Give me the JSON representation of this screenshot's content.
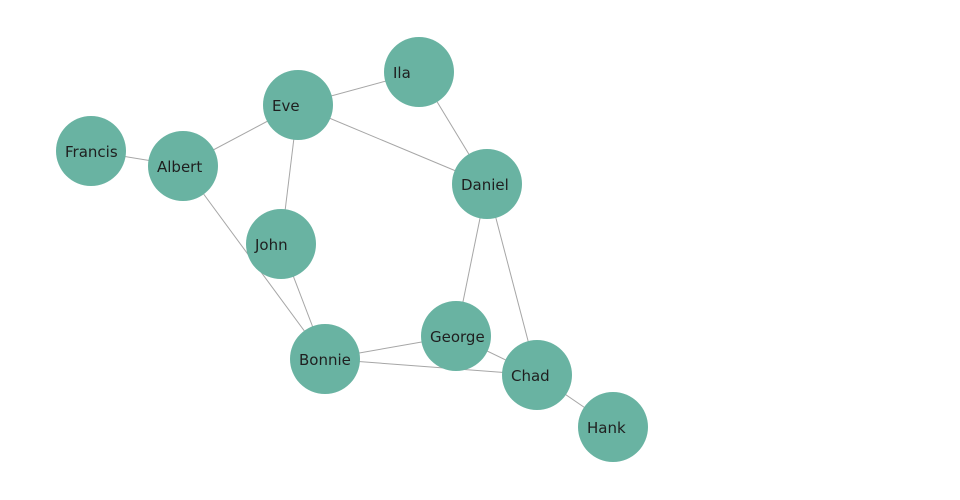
{
  "graph": {
    "node_color": "#69b3a2",
    "edge_color": "#a6a6a6",
    "label_color": "#1f1f1f",
    "nodes": [
      {
        "id": "Francis",
        "label": "Francis"
      },
      {
        "id": "Albert",
        "label": "Albert"
      },
      {
        "id": "Eve",
        "label": "Eve"
      },
      {
        "id": "Ila",
        "label": "Ila"
      },
      {
        "id": "Daniel",
        "label": "Daniel"
      },
      {
        "id": "John",
        "label": "John"
      },
      {
        "id": "George",
        "label": "George"
      },
      {
        "id": "Bonnie",
        "label": "Bonnie"
      },
      {
        "id": "Chad",
        "label": "Chad"
      },
      {
        "id": "Hank",
        "label": "Hank"
      }
    ],
    "edges": [
      {
        "source": "Francis",
        "target": "Albert"
      },
      {
        "source": "Albert",
        "target": "Eve"
      },
      {
        "source": "Albert",
        "target": "Bonnie"
      },
      {
        "source": "Eve",
        "target": "Ila"
      },
      {
        "source": "Eve",
        "target": "Daniel"
      },
      {
        "source": "Eve",
        "target": "John"
      },
      {
        "source": "Ila",
        "target": "Daniel"
      },
      {
        "source": "John",
        "target": "Bonnie"
      },
      {
        "source": "Daniel",
        "target": "George"
      },
      {
        "source": "Daniel",
        "target": "Chad"
      },
      {
        "source": "George",
        "target": "Bonnie"
      },
      {
        "source": "George",
        "target": "Chad"
      },
      {
        "source": "Bonnie",
        "target": "Chad"
      },
      {
        "source": "Chad",
        "target": "Hank"
      }
    ]
  }
}
